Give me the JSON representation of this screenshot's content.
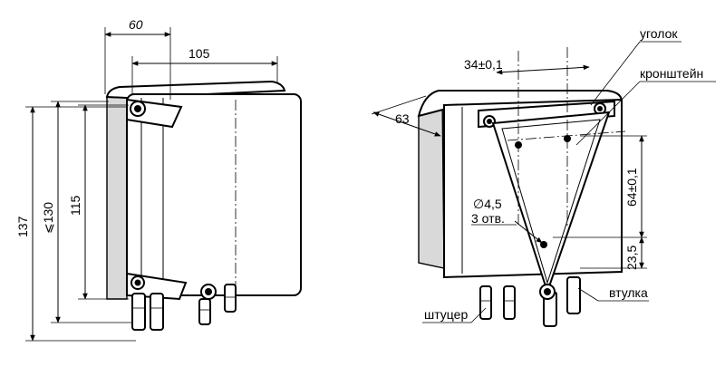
{
  "left_view": {
    "dimensions": {
      "depth_60": "60",
      "width_105": "105",
      "height_137": "137",
      "height_le130": "⩽130",
      "height_115": "115"
    }
  },
  "right_view": {
    "dimensions": {
      "spacing_34": "34±0,1",
      "depth_63": "63",
      "spacing_64": "64±0,1",
      "offset_23": "23,5",
      "hole_dia": "∅4,5",
      "hole_count": "3 отв."
    },
    "callouts": {
      "corner": "уголок",
      "bracket": "кронштейн",
      "fitting": "штуцер",
      "sleeve": "втулка"
    }
  }
}
